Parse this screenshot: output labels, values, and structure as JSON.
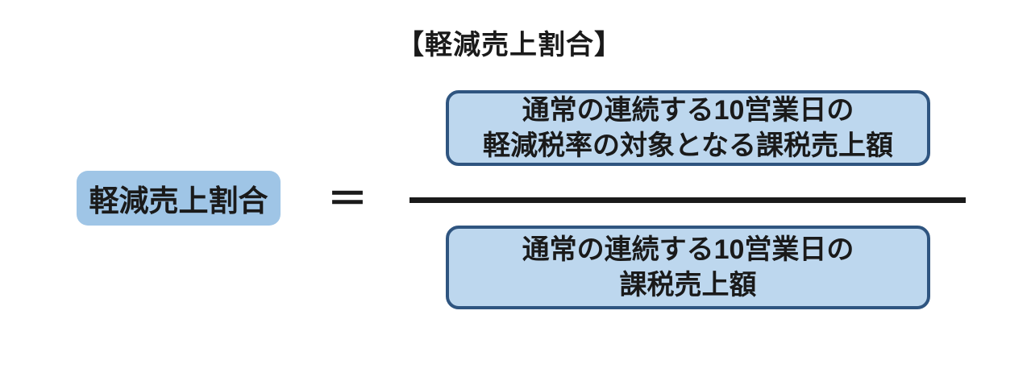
{
  "title": "【軽減売上割合】",
  "formula": {
    "label": "軽減売上割合",
    "equals": "＝",
    "numerator": {
      "line1": "通常の連続する10営業日の",
      "line2": "軽減税率の対象となる課税売上額"
    },
    "denominator": {
      "line1": "通常の連続する10営業日の",
      "line2": "課税売上額"
    }
  },
  "colors": {
    "label_fill": "#9FC5E6",
    "box_fill": "#BDD7EE",
    "box_border": "#2F5580",
    "bar": "#1A1A1A",
    "text": "#1A1A1A"
  }
}
